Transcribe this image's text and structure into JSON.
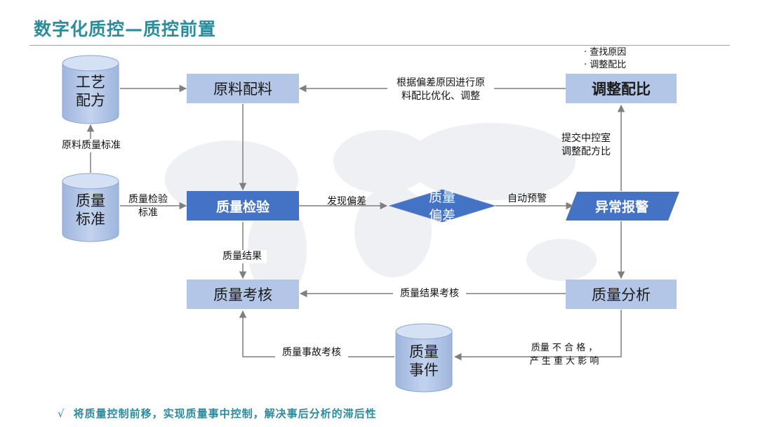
{
  "title": "数字化质控—质控前置",
  "nodes": {
    "recipe": "工艺\n配方",
    "standard": "质量\n标准",
    "material": "原料配料",
    "inspection": "质量检验",
    "deviation": "质量\n偏差",
    "alarm": "异常报警",
    "adjust": "调整配比",
    "assessment": "质量考核",
    "analysis": "质量分析",
    "event": "质量\n事件"
  },
  "edge_labels": {
    "raw_quality_standard": "原料质量标准",
    "inspection_standard": "质量检验\n标准",
    "adjust_by_cause": "根据偏差原因进行原\n料配比优化、调整",
    "find_deviation": "发现偏差",
    "auto_warning": "自动预警",
    "submit_control_room": "提交中控室\n调整配方比",
    "quality_result": "质量结果",
    "result_assessment": "质量结果考核",
    "unqualified": "质量 不 合 格 ，\n产 生 重 大 影 响",
    "incident_assessment": "质量事故考核"
  },
  "adjust_notes": [
    "· 查找原因",
    "· 调整配比"
  ],
  "footer": {
    "check": "√",
    "text": "将质量控制前移，实现质量事中控制，解决事后分析的滞后性"
  },
  "colors": {
    "accent": "#2a8c9c",
    "node_light": "#b3c6e7",
    "node_dark": "#4472c4",
    "edge": "#7f7f7f"
  }
}
